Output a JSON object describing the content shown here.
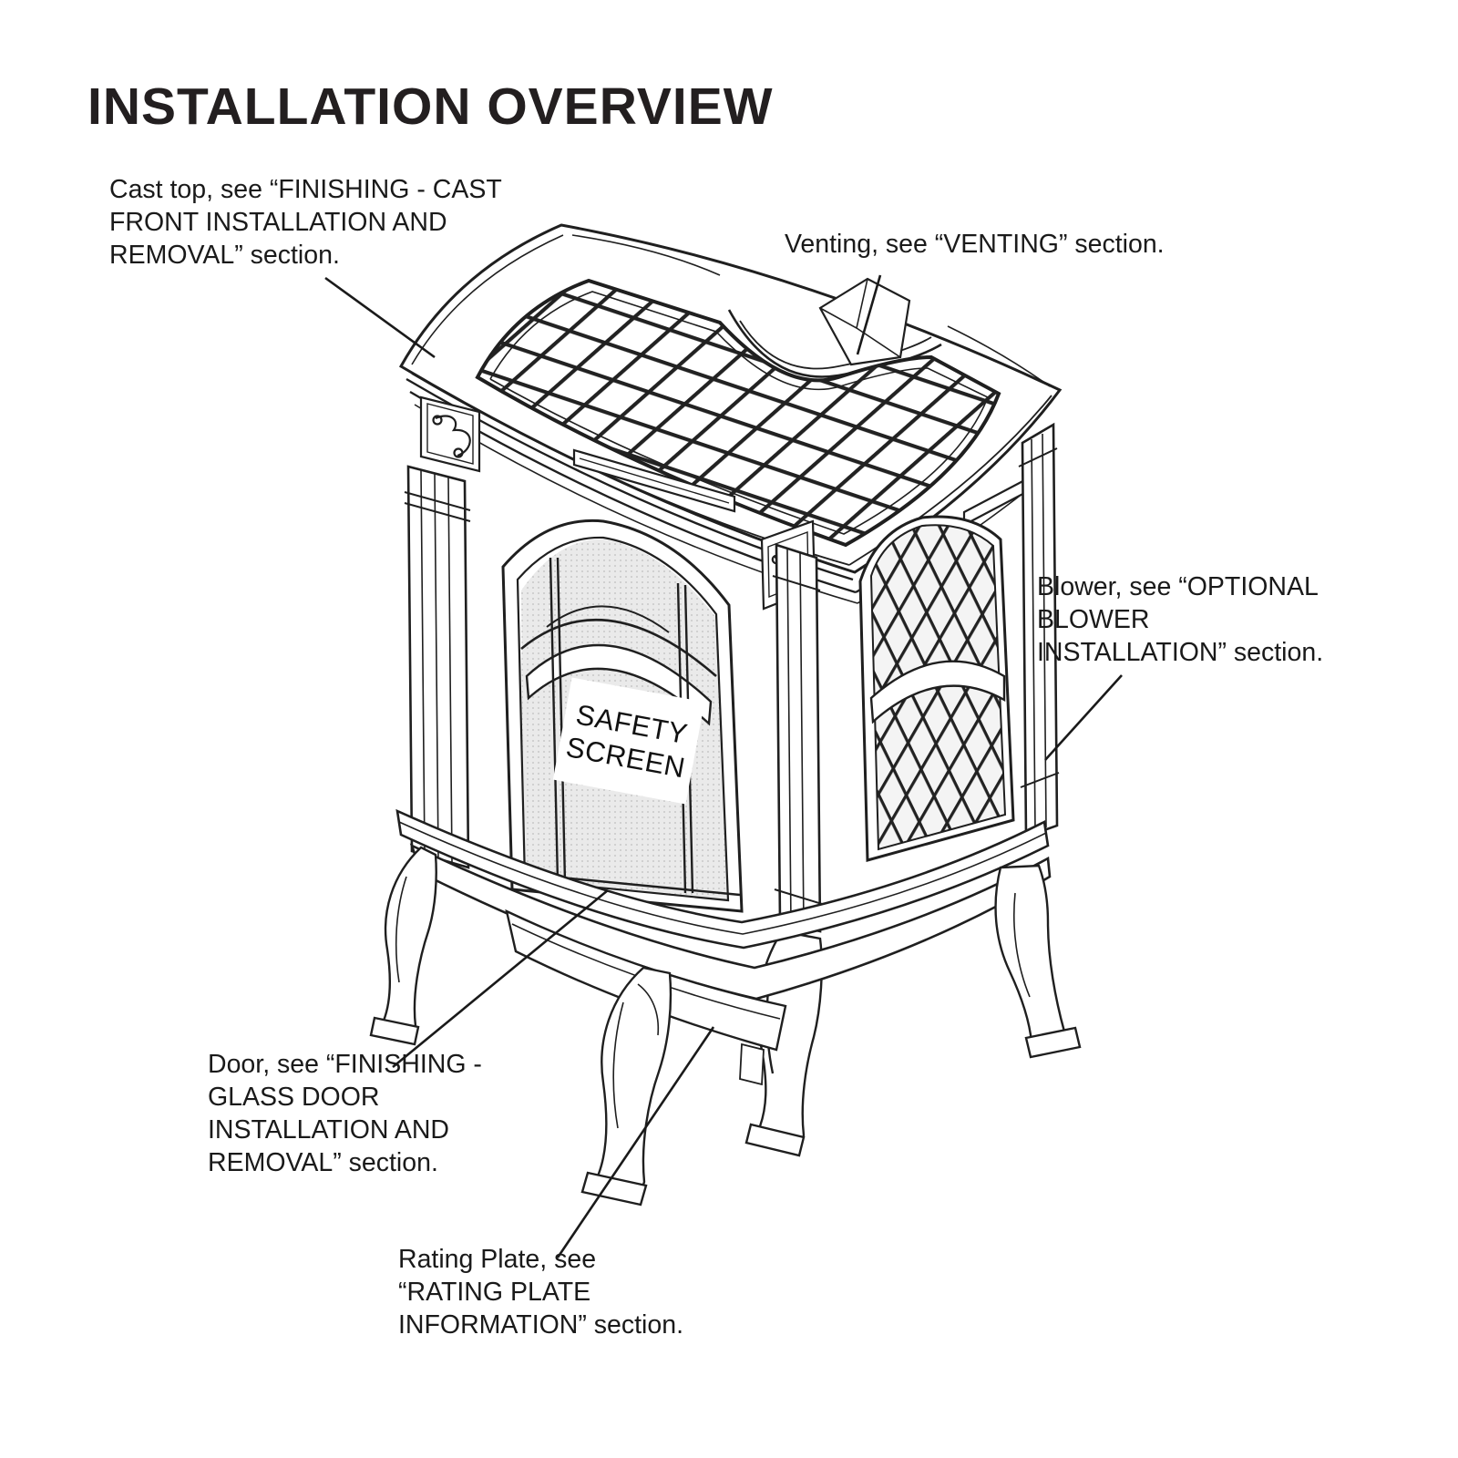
{
  "page": {
    "title": "INSTALLATION OVERVIEW"
  },
  "diagram": {
    "figure": "isometric line drawing of a cast iron gas stove with callout leader lines",
    "safety_screen_label": "SAFETY\nSCREEN",
    "callouts": {
      "cast_top": "Cast top, see “FINISHING - CAST\nFRONT INSTALLATION AND\nREMOVAL” section.",
      "venting": "Venting, see “VENTING” section.",
      "blower": "Blower, see “OPTIONAL\nBLOWER\nINSTALLATION” section.",
      "door": "Door, see “FINISHING -\nGLASS DOOR\nINSTALLATION AND\nREMOVAL” section.",
      "rating_plate": "Rating Plate, see\n“RATING PLATE\nINFORMATION” section."
    },
    "colors": {
      "line": "#1f1f1f",
      "mesh_fill": "#eaeaea",
      "mesh_dot": "#c9c9c9",
      "paper": "#ffffff"
    }
  }
}
